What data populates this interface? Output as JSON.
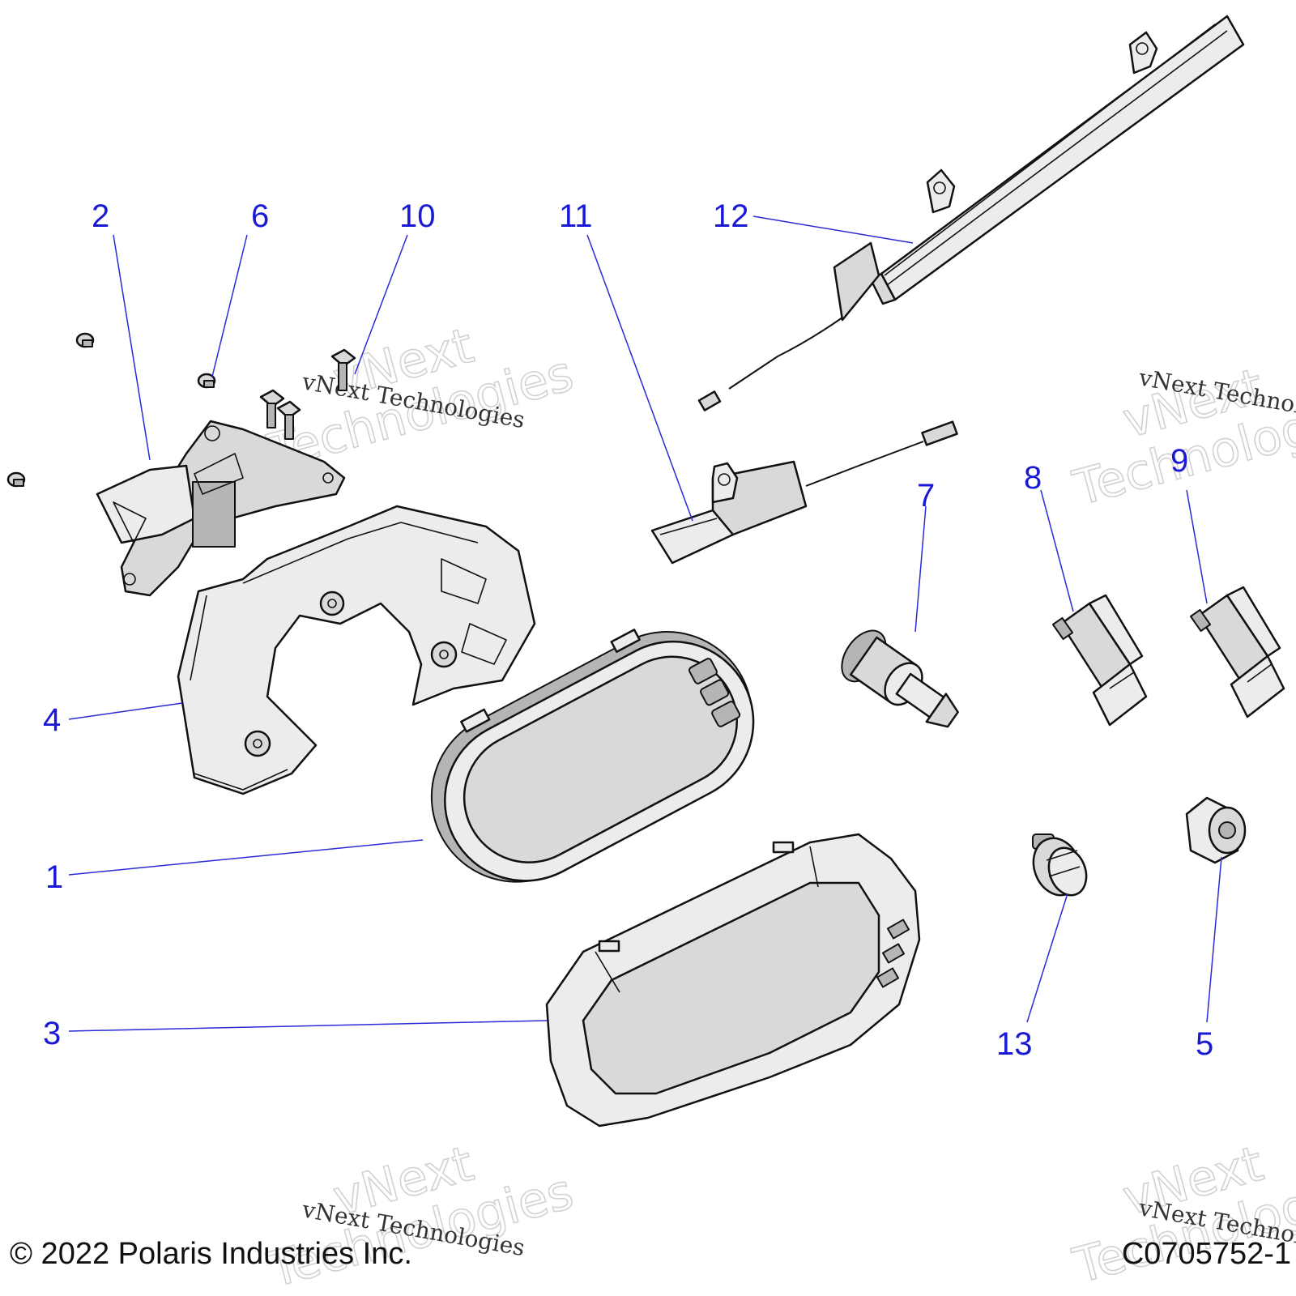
{
  "diagram": {
    "callouts": {
      "c1": "1",
      "c2": "2",
      "c3": "3",
      "c4": "4",
      "c5": "5",
      "c6": "6",
      "c7": "7",
      "c8": "8",
      "c9": "9",
      "c10": "10",
      "c11": "11",
      "c12": "12",
      "c13": "13"
    },
    "watermark": {
      "large_top": "vNext",
      "large_bottom": "Technologies",
      "small": "vNext Technologies"
    },
    "footer": {
      "copyright": "© 2022 Polaris Industries Inc.",
      "drawing_code": "C0705752-1"
    },
    "colors": {
      "callout": "#1a1ad6",
      "line_art": "#111111",
      "part_fill": "#d9d9d9"
    }
  }
}
